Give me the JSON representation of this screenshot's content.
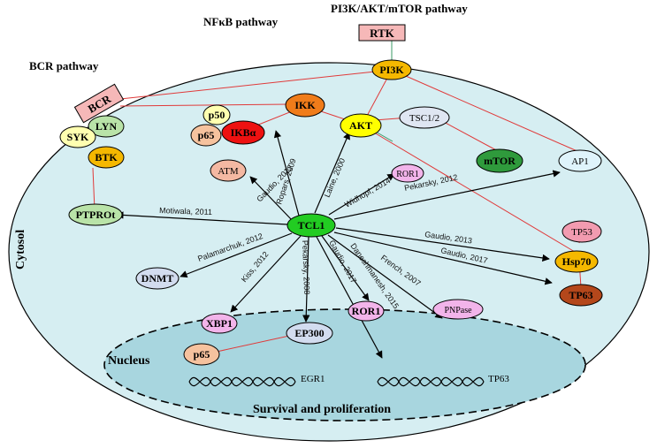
{
  "pathways": {
    "nfkb": "NFκB pathway",
    "pi3k": "PI3K/AKT/mTOR pathway",
    "bcr": "BCR pathway"
  },
  "regions": {
    "cytosol": "Cytosol",
    "nucleus": "Nucleus",
    "survival": "Survival and proliferation"
  },
  "nodes": {
    "rtk": "RTK",
    "bcr": "BCR",
    "pi3k": "PI3K",
    "ikk": "IKK",
    "akt": "AKT",
    "tsc": "TSC1/2",
    "mtor": "mTOR",
    "ap1": "AP1",
    "p50": "p50",
    "p65": "p65",
    "ikba": "IKBα",
    "atm": "ATM",
    "lyn": "LYN",
    "syk": "SYK",
    "btk": "BTK",
    "ptpro": "PTPROt",
    "ror1_top": "ROR1",
    "tcl1": "TCL1",
    "dnmt": "DNMT",
    "tp53": "TP53",
    "hsp70": "Hsp70",
    "tp63": "TP63",
    "xbp1": "XBP1",
    "ep300": "EP300",
    "ror1_nuc": "ROR1",
    "pnpase": "PNPase",
    "p65_nuc": "p65",
    "egr1": "EGR1",
    "tp63_gene": "TP63"
  },
  "citations": {
    "ropars": "Ropars, 2009",
    "gaudio2012": "Gaudio, 2012",
    "laine": "Laine, 2000",
    "widhopf": "Widhopf, 2014",
    "pekarsky2012": "Pekarsky, 2012",
    "motiwala": "Motiwala, 2011",
    "palamarchuk": "Palamarchuk, 2012",
    "gaudio2013": "Gaudio, 2013",
    "gaudio2017a": "Gaudio, 2017",
    "kiss": "Kiss, 2012",
    "pekarsky2008": "Pekarsky, 2008",
    "gaudio2017b": "Gaudio, 2017",
    "daneshmanesh": "Daneshmanesh, 2015",
    "french": "French, 2007"
  },
  "colors": {
    "cell": "#d5edf0",
    "nucleus": "#a9d8e0",
    "tcl1": "#22cc22",
    "ikba": "#ee1111",
    "akt": "#ffff00",
    "link": "#e03a3a"
  }
}
